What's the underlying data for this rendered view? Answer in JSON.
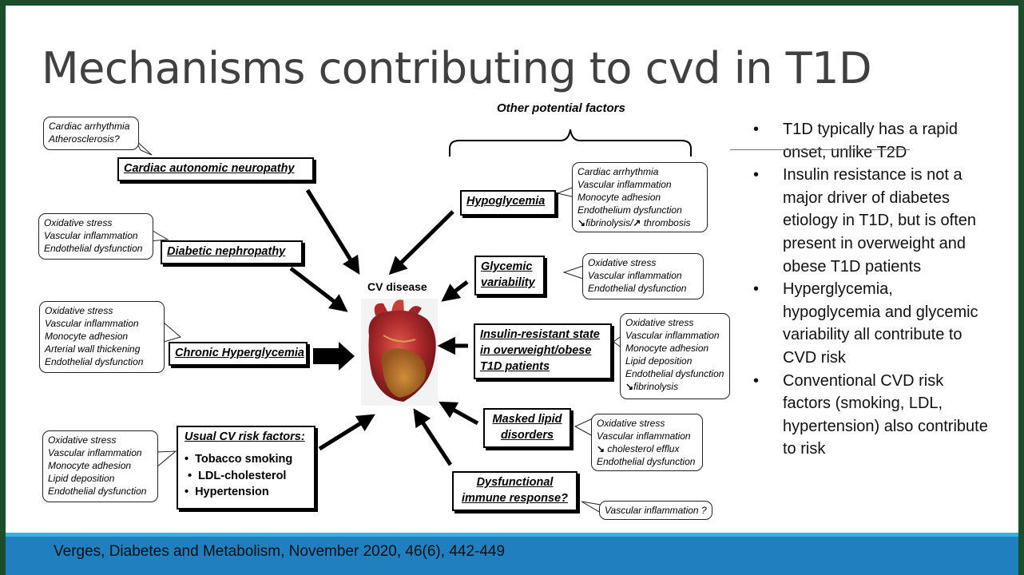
{
  "slide": {
    "title": "Mechanisms contributing to cvd in T1D",
    "footer": "Verges, Diabetes and Metabolism, November 2020, 46(6), 442-449"
  },
  "diagram": {
    "other_factors_label": "Other  potential factors",
    "center_label": "CV disease",
    "left_factors": {
      "cardiac_neuropathy": {
        "label": "Cardiac autonomic  neuropathy",
        "effects": [
          "Cardiac arrhythmia",
          "Atherosclerosis?"
        ]
      },
      "nephropathy": {
        "label": "Diabetic nephropathy",
        "effects": [
          "Oxidative stress",
          "Vascular inflammation",
          "Endothelial dysfunction"
        ]
      },
      "hyperglycemia": {
        "label": "Chronic Hyperglycemia",
        "effects": [
          "Oxidative stress",
          "Vascular inflammation",
          "Monocyte adhesion",
          "Arterial wall thickening",
          "Endothelial dysfunction"
        ]
      },
      "usual_risk": {
        "label": "Usual CV risk factors",
        "colon": ":",
        "items": [
          "Tobacco smoking",
          "LDL-cholesterol",
          "Hypertension"
        ],
        "effects": [
          "Oxidative stress",
          "Vascular inflammation",
          "Monocyte adhesion",
          "Lipid deposition",
          "Endothelial dysfunction"
        ]
      }
    },
    "right_factors": {
      "hypoglycemia": {
        "label": "Hypoglycemia",
        "effects": [
          "Cardiac arrhythmia",
          "Vascular inflammation",
          "Monocyte adhesion",
          "Endothelium dysfunction"
        ],
        "last_effect": {
          "down": "↘",
          "a": "fibrinolysis/",
          "up": "↗",
          "b": " thrombosis"
        }
      },
      "glycemic": {
        "label_lines": [
          "Glycemic",
          "variability"
        ],
        "effects": [
          "Oxidative stress",
          "Vascular inflammation",
          "Endothelial dysfunction"
        ]
      },
      "insulin_resistance": {
        "label_lines": [
          "Insulin-resistant state",
          "in overweight/obese",
          "T1D patients"
        ],
        "effects": [
          "Oxidative stress",
          "Vascular inflammation",
          "Monocyte adhesion",
          "Lipid deposition",
          "Endothelial dysfunction"
        ],
        "last_effect": {
          "down": "↘",
          "text": "fibrinolysis"
        }
      },
      "lipid": {
        "label_lines": [
          "Masked lipid",
          "disorders"
        ],
        "effects": [
          "Oxidative stress",
          "Vascular inflammation"
        ],
        "mid_effect": {
          "down": "↘",
          "text": " cholesterol efflux"
        },
        "tail_effect": "Endothelial dysfunction"
      },
      "immune": {
        "label_lines": [
          "Dysfunctional",
          "immune response?"
        ],
        "effects": [
          "Vascular inflammation ?"
        ]
      }
    }
  },
  "bullets": [
    "T1D typically has a rapid onset, unlike T2D",
    "Insulin resistance is not a major driver of diabetes etiology in T1D, but is often present in overweight and obese T1D patients",
    "Hyperglycemia, hypoglycemia and glycemic variability all contribute to CVD risk",
    "Conventional CVD risk factors (smoking, LDL, hypertension) also contribute to risk"
  ]
}
